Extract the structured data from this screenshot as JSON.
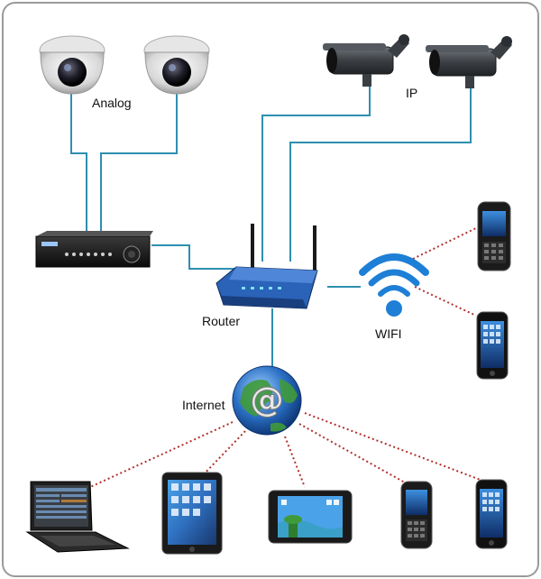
{
  "labels": {
    "analog": "Analog",
    "ip": "IP",
    "router": "Router",
    "wifi": "WIFI",
    "internet": "Internet"
  },
  "icons": {
    "internet_symbol": "@"
  },
  "colors": {
    "wired_link": "#2e8fb0",
    "wireless_link": "#b0312c",
    "frame_border": "#9a9a9a",
    "wifi_blue": "#1e7fd6",
    "router_blue": "#2a63b8",
    "globe_blue": "#1f5fb0",
    "globe_green": "#3f9a3a"
  }
}
